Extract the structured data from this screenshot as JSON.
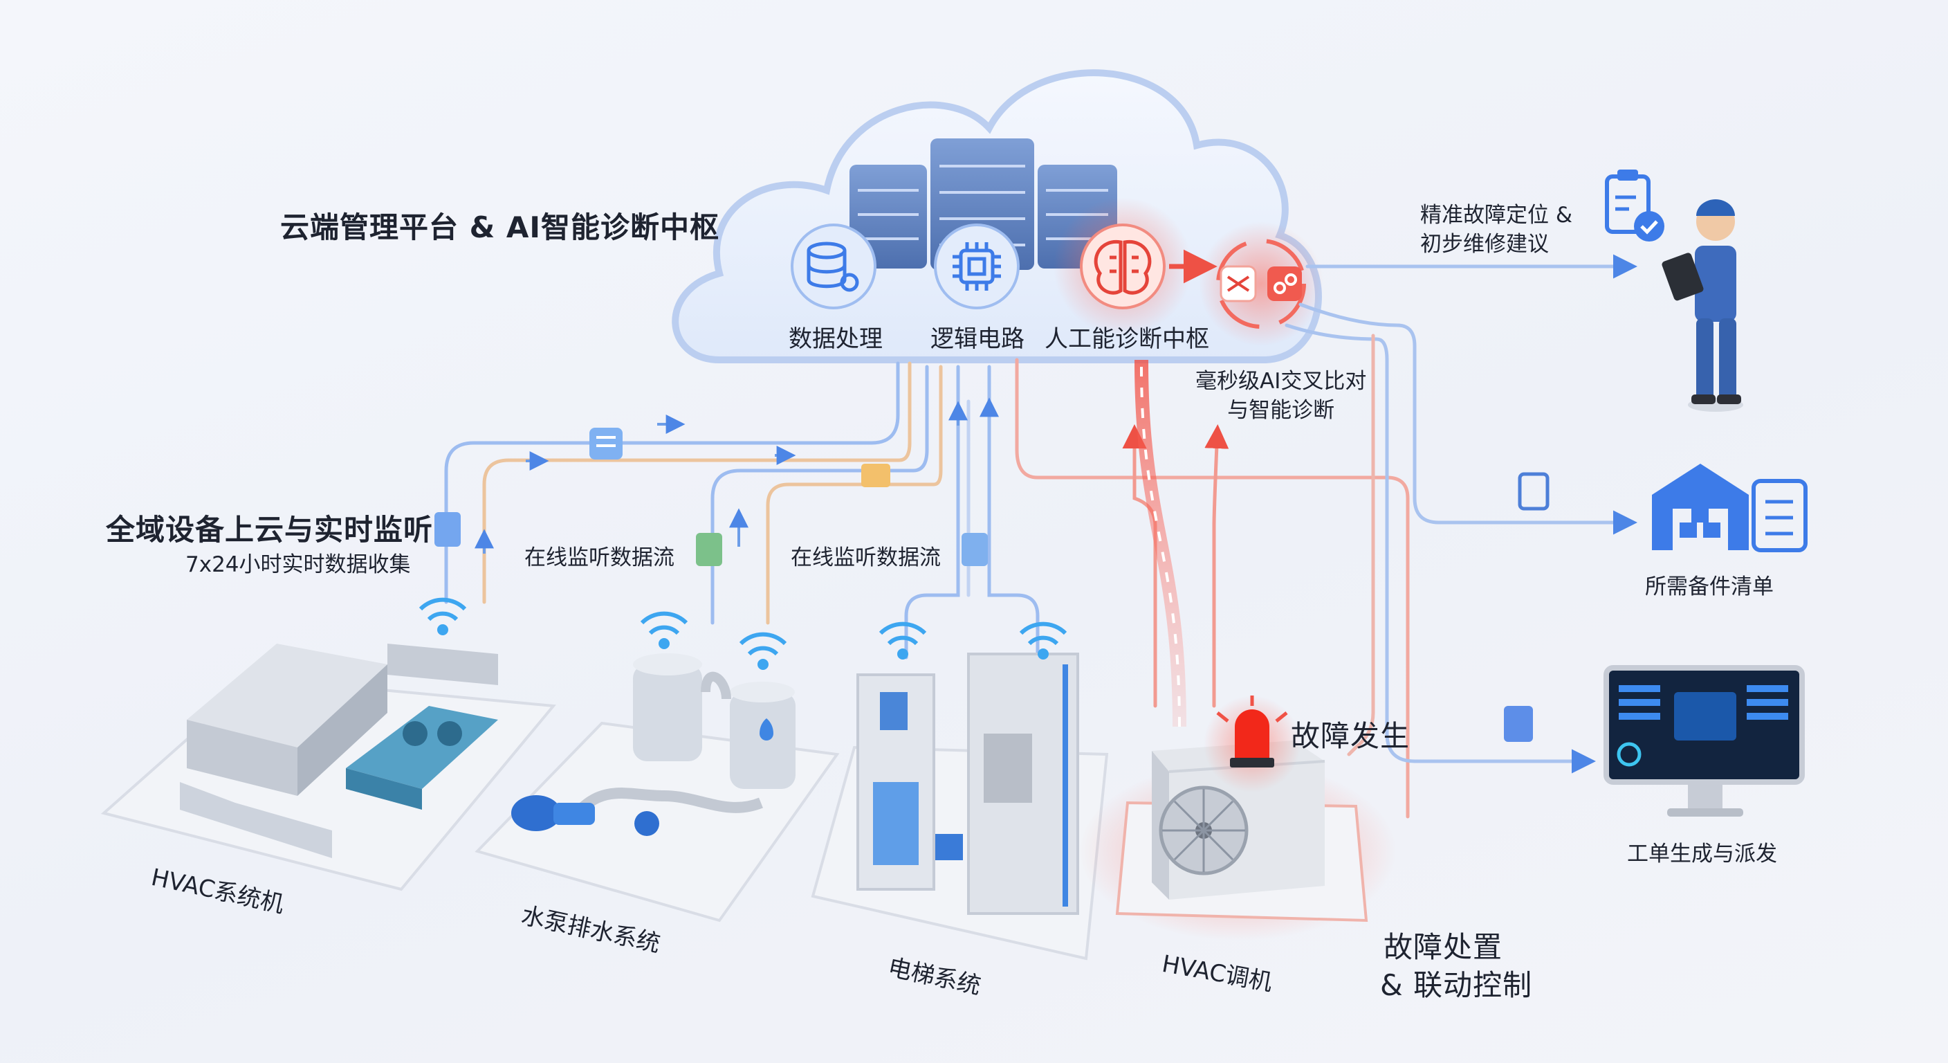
{
  "cloud": {
    "title": "云端管理平台 & AI智能诊断中枢",
    "modules": [
      {
        "label": "数据处理",
        "icon": "database-gear-icon"
      },
      {
        "label": "逻辑电路",
        "icon": "chip-icon"
      },
      {
        "label": "人工能诊断中枢",
        "icon": "brain-icon"
      }
    ],
    "compare_label": "毫秒级AI交叉比对\n与智能诊断",
    "compare_icon": "shuffle-compare-icon"
  },
  "monitoring": {
    "title": "全域设备上云与实时监听",
    "subtitle": "7x24小时实时数据收集",
    "stream_label_1": "在线监听数据流",
    "stream_label_2": "在线监听数据流"
  },
  "equipment": [
    {
      "label": "HVAC系统机",
      "icon": "hvac-unit-icon"
    },
    {
      "label": "水泵排水系统",
      "icon": "water-pump-icon"
    },
    {
      "label": "电梯系统",
      "icon": "elevator-icon"
    },
    {
      "label": "HVAC调机",
      "icon": "ac-outdoor-unit-icon"
    }
  ],
  "fault": {
    "label": "故障发生",
    "icon": "alarm-beacon-icon",
    "handling_line1": "故障处置",
    "handling_line2": "& 联动控制"
  },
  "outputs": [
    {
      "label": "精准故障定位 &\n初步维修建议",
      "icon": "clipboard-check-icon"
    },
    {
      "label": "所需备件清单",
      "icon": "warehouse-icon"
    },
    {
      "label": "工单生成与派发",
      "icon": "monitor-dashboard-icon"
    }
  ],
  "worker_icon": "technician-with-tablet-icon",
  "colors": {
    "accent_blue": "#3d7be8",
    "alert_red": "#f0453a",
    "line_orange": "#e8b07a",
    "cloud_edge": "#b9cdf0"
  }
}
